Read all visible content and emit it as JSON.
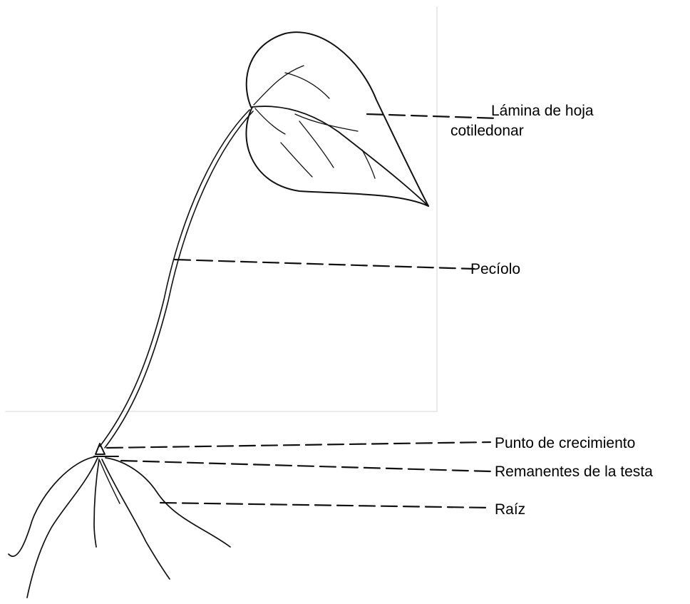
{
  "labels": {
    "lamina_line1": "Lámina de hoja",
    "lamina_line2": "cotiledonar",
    "peciolo": "Pecíolo",
    "punto_crecimiento": "Punto de crecimiento",
    "remanentes_testa": "Remanentes de la testa",
    "raiz": "Raíz"
  }
}
